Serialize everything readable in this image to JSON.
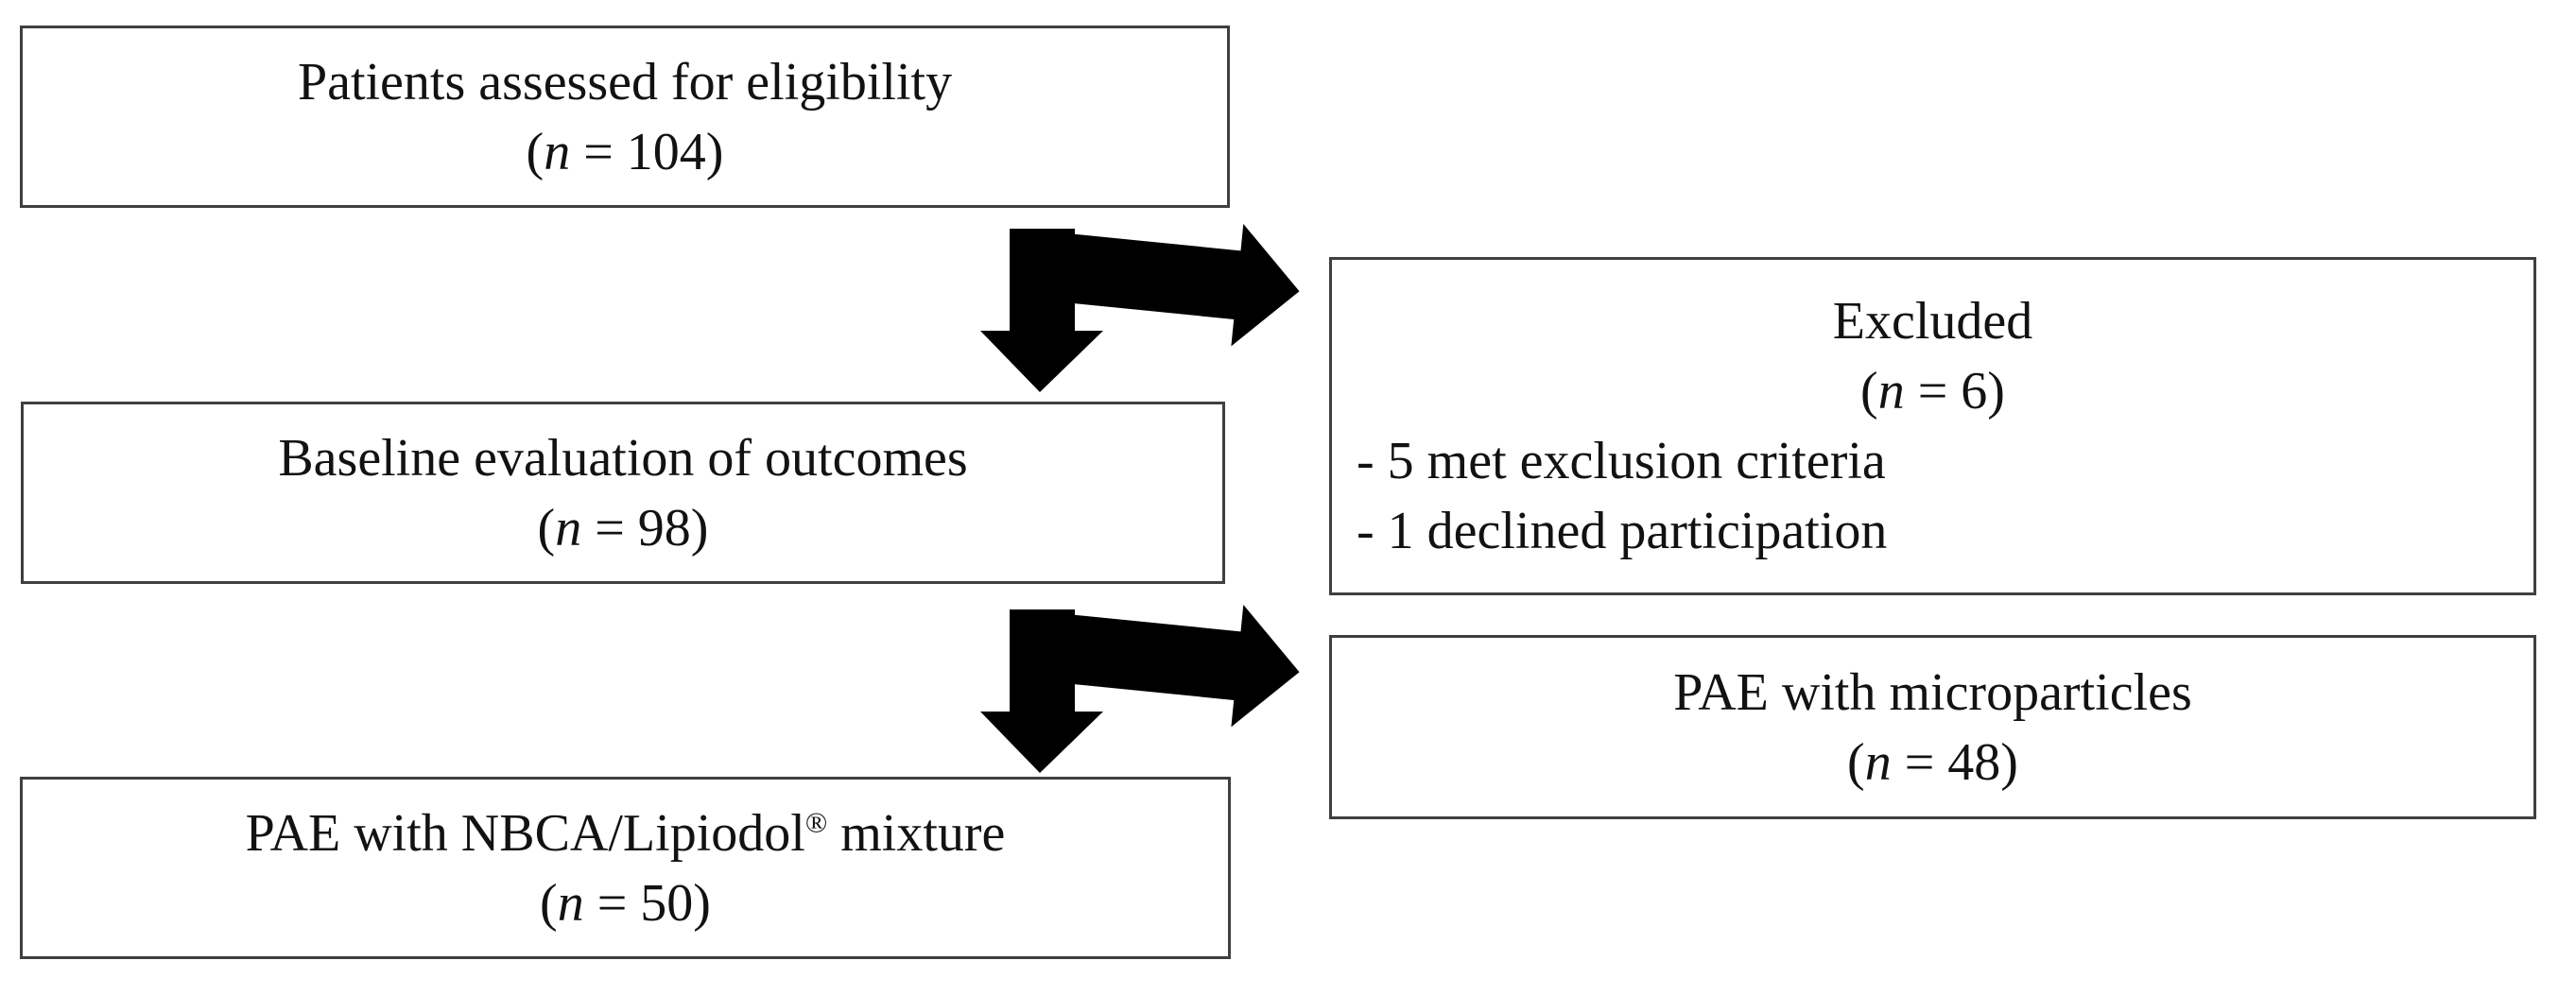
{
  "figure": {
    "type": "patient-flow-diagram",
    "background_color": "#ffffff",
    "box_border_color": "#3f3f3f",
    "arrow_color": "#000000",
    "text_color": "#121212"
  },
  "boxes": {
    "eligibility": {
      "title": "Patients assessed for eligibility",
      "n_open": "(",
      "n_var": "n",
      "n_rest": " = 104)"
    },
    "excluded": {
      "title": "Excluded",
      "n_open": "(",
      "n_var": "n",
      "n_rest": " = 6)",
      "detail1": "- 5 met exclusion criteria",
      "detail2": "- 1 declined participation"
    },
    "baseline": {
      "title": "Baseline evaluation of outcomes",
      "n_open": "(",
      "n_var": "n",
      "n_rest": " = 98)"
    },
    "microparticles": {
      "title": "PAE with microparticles",
      "n_open": "(",
      "n_var": "n",
      "n_rest": " = 48)"
    },
    "nbca": {
      "title_pre": "PAE with NBCA/Lipiodol",
      "title_sup": "®",
      "title_post": " mixture",
      "n_open": "(",
      "n_var": "n",
      "n_rest": " = 50)"
    }
  }
}
